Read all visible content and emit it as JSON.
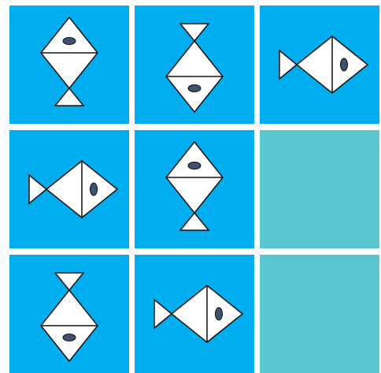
{
  "colors": {
    "tile": "#00aeef",
    "empty": "#59c6d0",
    "fish_fill": "#ffffff",
    "fish_stroke": "#111111",
    "eye": "#3f5170"
  },
  "grid": {
    "rows": 3,
    "cols": 3,
    "cells": [
      {
        "state": "fish",
        "orientation": "head-up"
      },
      {
        "state": "fish",
        "orientation": "head-down"
      },
      {
        "state": "fish",
        "orientation": "head-right"
      },
      {
        "state": "fish",
        "orientation": "head-right"
      },
      {
        "state": "fish",
        "orientation": "head-up"
      },
      {
        "state": "empty"
      },
      {
        "state": "fish",
        "orientation": "head-down"
      },
      {
        "state": "fish",
        "orientation": "head-right"
      },
      {
        "state": "empty"
      }
    ]
  }
}
